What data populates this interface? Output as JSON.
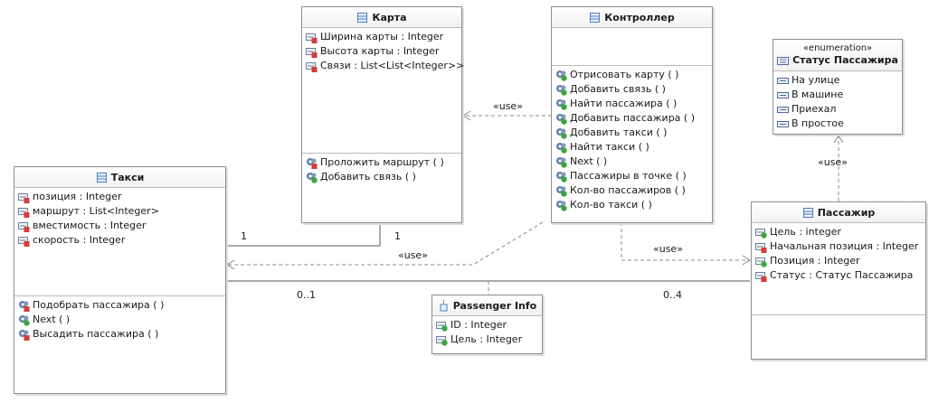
{
  "colors": {
    "class_icon": "#4a7bc8",
    "private_marker": "#d83a3a",
    "public_marker": "#3aa63a",
    "line": "#555555",
    "dashed": "#888888"
  },
  "classes": {
    "karta": {
      "name": "Карта",
      "attributes": [
        {
          "text": "Ширина карты : Integer",
          "icon": "private-field-icon"
        },
        {
          "text": "Высота карты : Integer",
          "icon": "private-field-icon"
        },
        {
          "text": "Связи : List<List<Integer>>",
          "icon": "private-field-icon"
        }
      ],
      "operations": [
        {
          "text": "Проложить маршрут ( )",
          "icon": "private-method-icon"
        },
        {
          "text": "Добавить связь ( )",
          "icon": "public-method-icon"
        }
      ]
    },
    "controller": {
      "name": "Контроллер",
      "operations": [
        {
          "text": "Отрисовать карту ( )",
          "icon": "public-method-icon"
        },
        {
          "text": "Добавить связь ( )",
          "icon": "public-method-icon"
        },
        {
          "text": "Найти пассажира ( )",
          "icon": "public-method-icon"
        },
        {
          "text": "Добавить пассажира ( )",
          "icon": "public-method-icon"
        },
        {
          "text": "Добавить такси ( )",
          "icon": "public-method-icon"
        },
        {
          "text": "Найти такси ( )",
          "icon": "public-method-icon"
        },
        {
          "text": "Next ( )",
          "icon": "public-method-icon"
        },
        {
          "text": "Пассажиры в точке ( )",
          "icon": "public-method-icon"
        },
        {
          "text": "Кол-во пассажиров ( )",
          "icon": "public-method-icon"
        },
        {
          "text": "Кол-во такси ( )",
          "icon": "public-method-icon"
        }
      ]
    },
    "status": {
      "stereotype": "«enumeration»",
      "name": "Статус Пассажира",
      "literals": [
        {
          "text": "На улице",
          "icon": "enum-literal-icon"
        },
        {
          "text": "В машине",
          "icon": "enum-literal-icon"
        },
        {
          "text": "Приехал",
          "icon": "enum-literal-icon"
        },
        {
          "text": "В простое",
          "icon": "enum-literal-icon"
        }
      ]
    },
    "taxi": {
      "name": "Такси",
      "attributes": [
        {
          "text": "позиция : Integer",
          "icon": "private-field-icon"
        },
        {
          "text": "маршрут : List<Integer>",
          "icon": "private-field-icon"
        },
        {
          "text": "вместимость : Integer",
          "icon": "private-field-icon"
        },
        {
          "text": "скорость : Integer",
          "icon": "private-field-icon"
        }
      ],
      "operations": [
        {
          "text": "Подобрать пассажира ( )",
          "icon": "private-method-icon"
        },
        {
          "text": "Next ( )",
          "icon": "public-method-icon"
        },
        {
          "text": "Высадить пассажира ( )",
          "icon": "private-method-icon"
        }
      ]
    },
    "passenger": {
      "name": "Пассажир",
      "attributes": [
        {
          "text": "Цель : integer",
          "icon": "public-field-icon"
        },
        {
          "text": "Начальная позиция : Integer",
          "icon": "private-field-icon"
        },
        {
          "text": "Позиция : Integer",
          "icon": "public-field-icon"
        },
        {
          "text": "Статус : Статус Пассажира",
          "icon": "private-field-icon"
        }
      ]
    },
    "info": {
      "name": "Passenger Info",
      "attributes": [
        {
          "text": "ID : Integer",
          "icon": "public-field-icon"
        },
        {
          "text": "Цель : Integer",
          "icon": "public-field-icon"
        }
      ]
    }
  },
  "relations": {
    "use_label": "«use»",
    "mult_taxi_karta": "1",
    "mult_karta_taxi": "1",
    "mult_taxi_assoc": "0..1",
    "mult_passenger_assoc": "0..4"
  }
}
